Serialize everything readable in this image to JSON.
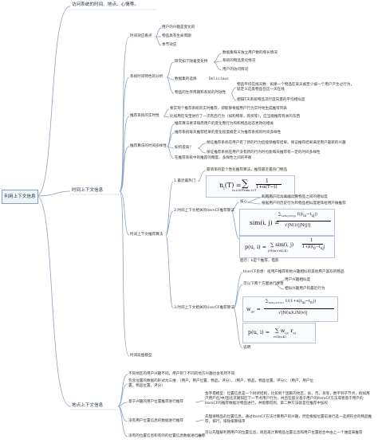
{
  "root": "利用上下文信息",
  "branches": {
    "top": "访问系统的时间、地点、心情等。",
    "time": "时间上下文信息",
    "place": "地点上下文信息"
  },
  "time_nodes": {
    "feature": "时间效应看点",
    "feature_items": [
      "用户的兴趣是变化的",
      "物品具有生命周期",
      "季节效应"
    ],
    "analysis": "系统时间特性的分析",
    "steady": "研究如下随着变化特",
    "steady_items": [
      "数据集每天独立用户数的增长情况",
      "系统的物品变化情况",
      "用户的访问情况"
    ],
    "dataset": "数据集的选择",
    "dataset_val": "Delicious",
    "lifecycle": "物品的生存周期和系统的时效性",
    "lifecycle_items": [
      "物品平均在线天数：如果一个物品在某天被至少被一个用户产生过行为，就定义这类物品在这一天在线",
      "相隔T天系统物品流行度向量的平均相似度"
    ],
    "realtime": "推荐系统的实时性",
    "realtime_a": "要实现个推荐系统的实时推荐，即能够根据用户行为实时地生成推荐列表",
    "realtime_b": "比如用在淘宝进行了一次有后行为（如购物单，购买等），应当能推荐有关的东西",
    "diversity": "推荐算法的时间多样性",
    "diversity_a": "推荐算法要求每周用户的变化整行为和和物品动态更改的相关",
    "diversity_b": "推荐系统每天推荐结果的变化程度被定义为推荐系统的时间多样性",
    "improve_q": "如何提高？",
    "improve_items": [
      "保证推荐系统在用户有了新的行为后能够推荐结果。保证推荐结果满足用户最新的兴趣",
      "保证推荐系统在用户没有新的行为时也能每天推荐有一定的时间多样性"
    ],
    "improve_c": "在推荐系统中的推荐的精度、多样性之间的平衡",
    "algo": "时间上下文推荐算法",
    "hot": "1.最近最热门",
    "hot_desc": "最简单的是个性化推荐算法，推荐最近最热门物品",
    "itemcf": "2.时间上下文相关的ItemCF推荐算法",
    "itemcf_core": "核心",
    "itemcf_a": "利用用户行为离线计算物品之间的相似度",
    "itemcf_b": "根据用户的历史行为和物品相似度矩阵给用户做推荐",
    "itemcf_c": "图示：k是个推荐，电影",
    "usercf": "3.时间上下文相关的UserCF推荐算法",
    "usercf_a": "UserCF思想：给用户推荐和他兴趣相似的其他用户喜欢的物品",
    "usercf_b": "可以下两个方面进行改善",
    "usercf_items": [
      "用户兴趣相似度",
      "相似兴趣用户的最近行为"
    ],
    "usercf_c": "说明",
    "graph": "时间段图模型"
  },
  "place_nodes": {
    "a": "不同地区的用户兴趣不同，用户到了不同的地方兴趣也会有所不同",
    "b": "包含位置的数据的形式为三维：（用户，用户位置，物品，评分），（用户，物品，物品位置，评分）；（用户，用户位置，物品位置，评分）",
    "c": "基于兴趣的用户位置推荐进行推荐",
    "c_desc": "金字塔模型：位置信息是一个树状结构，比如到个国家的地区，省，市，县等，数字到子节点，假如用户用户在/中/国北京朝阳区下一节点用户行为，并且在部分基于用户的ItemCF方法或者基于用户的ItemCF的推荐数据对物品进行，并能都得到，第二种方法就是在推荐中加权",
    "d": "没有用户位置信息的数据进行推荐",
    "d_desc": "先理将物品的位置信息，通过ItemCF方法计算用户的兴趣，然后根据位置前进行选一选把符合的物品推荐，排行，排除排算排序",
    "e": "没有的位置信息和有的的位置信息数据进行推荐",
    "e_desc": "可以先理解利用用户的位置信息，则后再计算物品位置信息和用户位置组合中由上一个维度来推荐"
  }
}
